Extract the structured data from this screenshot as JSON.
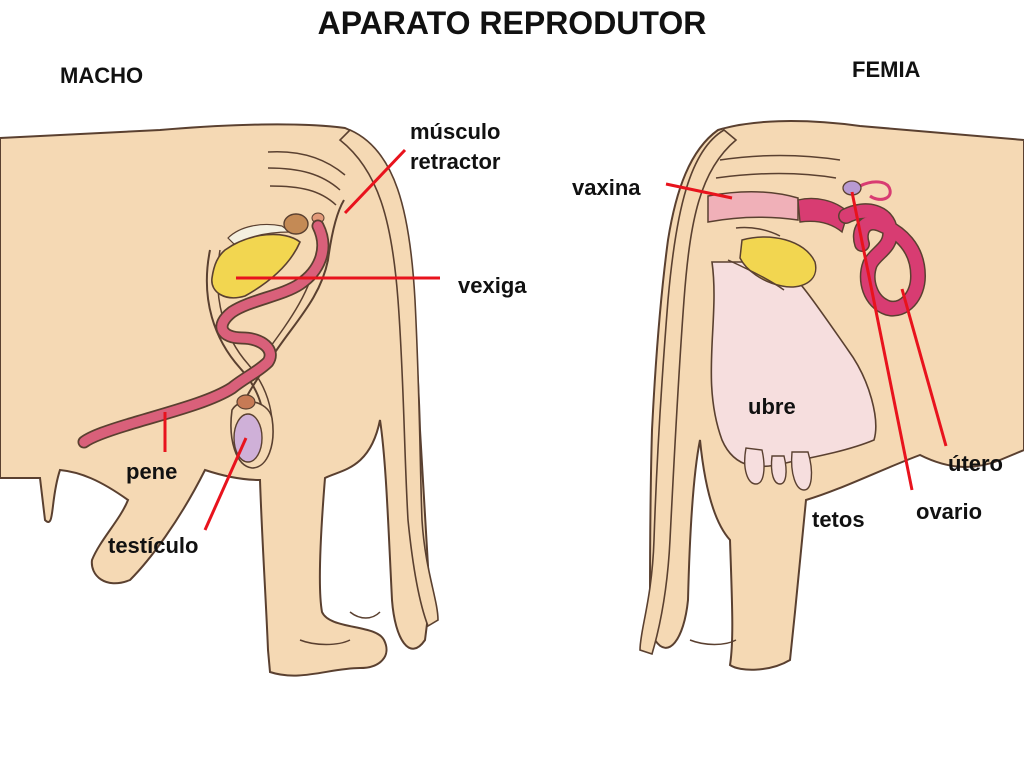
{
  "title": "APARATO REPRODUTOR",
  "sections": {
    "male": "MACHO",
    "female": "FEMIA"
  },
  "male_labels": {
    "muscle_line1": "músculo",
    "muscle_line2": "retractor",
    "bladder": "vexiga",
    "penis": "pene",
    "testicle": "testículo"
  },
  "female_labels": {
    "vagina": "vaxina",
    "udder": "ubre",
    "teats": "tetos",
    "uterus": "útero",
    "ovary": "ovario"
  },
  "colors": {
    "skin": "#f5d9b4",
    "outline": "#5a4030",
    "tract": "#d9607a",
    "tract_female": "#d83c72",
    "bladder": "#f2d650",
    "udder": "#f6dede",
    "testicle": "#cfb0d8",
    "leader_line": "#e8131d"
  }
}
